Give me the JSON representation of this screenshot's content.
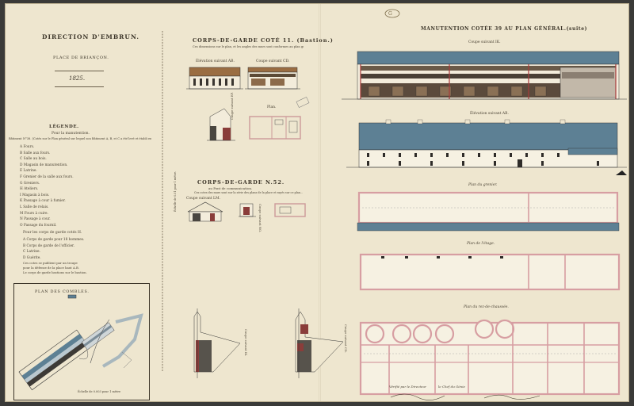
{
  "left": {
    "direction": "DIRECTION D'EMBRUN.",
    "place": "PLACE DE BRIANÇON.",
    "year": "1825.",
    "legend": {
      "title": "LÉGENDE.",
      "subtitle": "Pour la manutention.",
      "intro": "Bâtiment N°38. (Cotés sur le Plan général sur lequel son Bâtiment A, B, et C a été levé et établi en passant par les",
      "items": [
        "A  Fours.",
        "B  Salle aux fours.",
        "C  Salle au bois.",
        "D  Magasin de manutention.",
        "E  Latrine.",
        "F  Grenier de la salle aux fours.",
        "G  Greniers.",
        "H  Ateliers.",
        "I  Magasin à bois.",
        "K  Passage à cour à fumier.",
        "L  Salle de relais.",
        "M  Fours à cuire.",
        "N  Passage à cour.",
        "O  Passage du fournil."
      ],
      "corps_title": "Pour les corps de garde cotés H.",
      "corps_items": [
        "A  Corps de garde pour 18 hommes.",
        "B  Corps de garde de l'officier.",
        "C  Latrine.",
        "D  Guérite."
      ],
      "note1": "Ces cotes se publient par un troupe",
      "note2": "pour la défense de la place haut A.B.",
      "note3": "Le corps de garde bastions sur le bastion."
    },
    "inset_title": "PLAN   DES   COMBLES.",
    "inset_note": "Échelle de 0.003 pour 1 mètre"
  },
  "middle": {
    "cg11_title": "CORPS-DE-GARDE COTÉ 11. (Bastion.)",
    "cg11_sub": "Ces dimensions sur le plan, et les angles des murs sont conformes au plan général, les...",
    "elev_ab": "Élévation suivant AB.",
    "coupe_cd": "Coupe suivant CD.",
    "coupe_ef": "Coupe suivant EF.",
    "plan": "Plan.",
    "cg52_title": "CORPS-DE-GARDE N.52.",
    "cg52_sub": "au Pont de communication.",
    "cg52_note": "Ces cotes des murs sont sur la série des plans de la place et rayés sur ce plan...",
    "coupe_lm": "Coupe suivant LM.",
    "coupe_no": "Coupe suivant NO.",
    "coupe_ik": "Coupe suivant IK.",
    "coupe_cd2": "Coupe suivant CD.",
    "scale_note": "Échelle de 0.01 pour 1 mètre."
  },
  "right": {
    "title": "MANUTENTION COTÉE 39 AU PLAN GÉNÉRAL.(suite)",
    "coupe_ik": "Coupe suivant IK.",
    "elev_ab": "Élévation suivant AB.",
    "plan_grenier": "Plan du grenier.",
    "plan_etage": "Plan de l'étage.",
    "plan_rdc": "Plan du rez-de-chaussée.",
    "signatures": [
      "Vérifié par le Directeur",
      "le Chef du Génie"
    ]
  },
  "colors": {
    "paper": "#eee6cf",
    "ink": "#3b3428",
    "slate_roof": "#5d8094",
    "wall_pink": "#d7a3a5",
    "wood": "#9a6d42"
  }
}
